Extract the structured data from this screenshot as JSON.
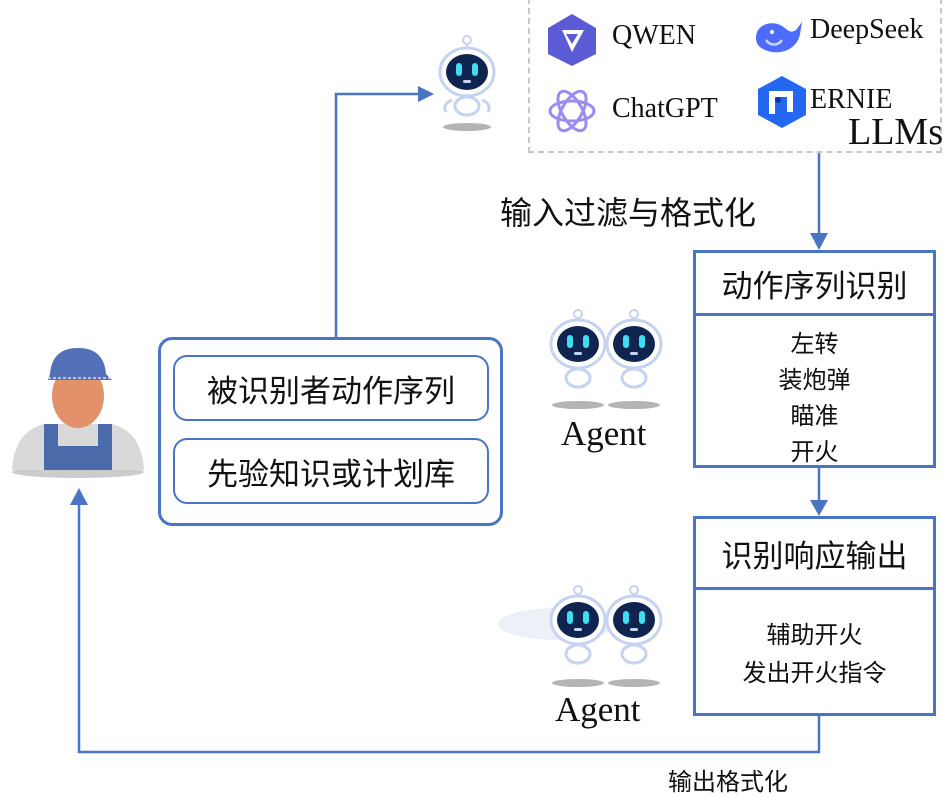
{
  "llms": {
    "title": "LLMs",
    "models": [
      {
        "name": "QWEN",
        "icon": "qwen-logo-icon",
        "color": "#5b5bd6"
      },
      {
        "name": "DeepSeek",
        "icon": "deepseek-whale-icon",
        "color": "#4d6bfe"
      },
      {
        "name": "ChatGPT",
        "icon": "chatgpt-knot-icon",
        "color": "#9b8cf0"
      },
      {
        "name": "ERNIE",
        "icon": "ernie-hexagon-icon",
        "color": "#2468f2"
      }
    ]
  },
  "flow": {
    "input_filter_label": "输入过滤与格式化",
    "output_format_label": "输出格式化"
  },
  "action_recognition": {
    "title": "动作序列识别",
    "items": [
      "左转",
      "装炮弹",
      "瞄准",
      "开火"
    ]
  },
  "response_output": {
    "title": "识别响应输出",
    "items": [
      "辅助开火",
      "发出开火指令"
    ]
  },
  "input_panel": {
    "items": [
      "被识别者动作序列",
      "先验知识或计划库"
    ]
  },
  "agents": {
    "label_1": "Agent",
    "label_2": "Agent"
  },
  "colors": {
    "accent": "#4a74c4",
    "dashed_border": "#c8c8c8",
    "robot_face": "#0f2550",
    "robot_eye": "#3fe0f0",
    "robot_outline": "#c5d3f0"
  }
}
